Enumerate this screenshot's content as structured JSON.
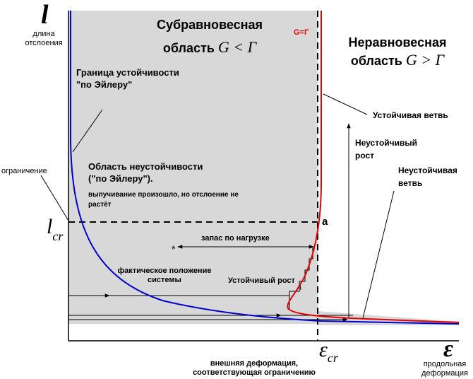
{
  "axes": {
    "y_symbol": "l",
    "y_label_line1": "длина",
    "y_label_line2": "отслоения",
    "x_symbol": "ε",
    "x_label_line1": "продольная",
    "x_label_line2": "деформация",
    "lcr_main": "l",
    "lcr_sub": "cr",
    "ecr_main": "ε",
    "ecr_sub": "cr",
    "ecr_label_line1": "внешняя деформация,",
    "ecr_label_line2": "соответствующая ограничению"
  },
  "regions": {
    "subequilibrium_line1": "Субравновесная",
    "subequilibrium_line2": "область",
    "subequilibrium_condition": "G < Γ",
    "nonequilibrium_line1": "Неравновесная",
    "nonequilibrium_line2": "область",
    "nonequilibrium_condition": "G > Γ"
  },
  "labels": {
    "g_equals_gamma": "G=Γ",
    "euler_boundary_line1": "Граница устойчивости",
    "euler_boundary_line2": "\"по Эйлеру\"",
    "instability_line1": "Область неустойчивости",
    "instability_line2": "(\"по Эйлеру\").",
    "instability_note_line1": "выпучивание произошло, но отслоение не",
    "instability_note_line2": "растёт",
    "constraint": "ограничение",
    "point_a": "a",
    "load_margin": "запас по нагрузке",
    "actual_position_line1": "фактическое положение",
    "actual_position_line2": "системы",
    "stable_growth": "Устойчивый рост",
    "stable_branch": "Устойчивая ветвь",
    "unstable_growth_line1": "Неустойчивый",
    "unstable_growth_line2": "рост",
    "unstable_branch_line1": "Неустойчивая",
    "unstable_branch_line2": "ветвь",
    "asterisk": "*"
  },
  "colors": {
    "region_fill": "#d8d8d8",
    "euler_curve": "#0000cc",
    "equilibrium_curve": "#e00000",
    "g_gamma_label": "#e00000"
  }
}
